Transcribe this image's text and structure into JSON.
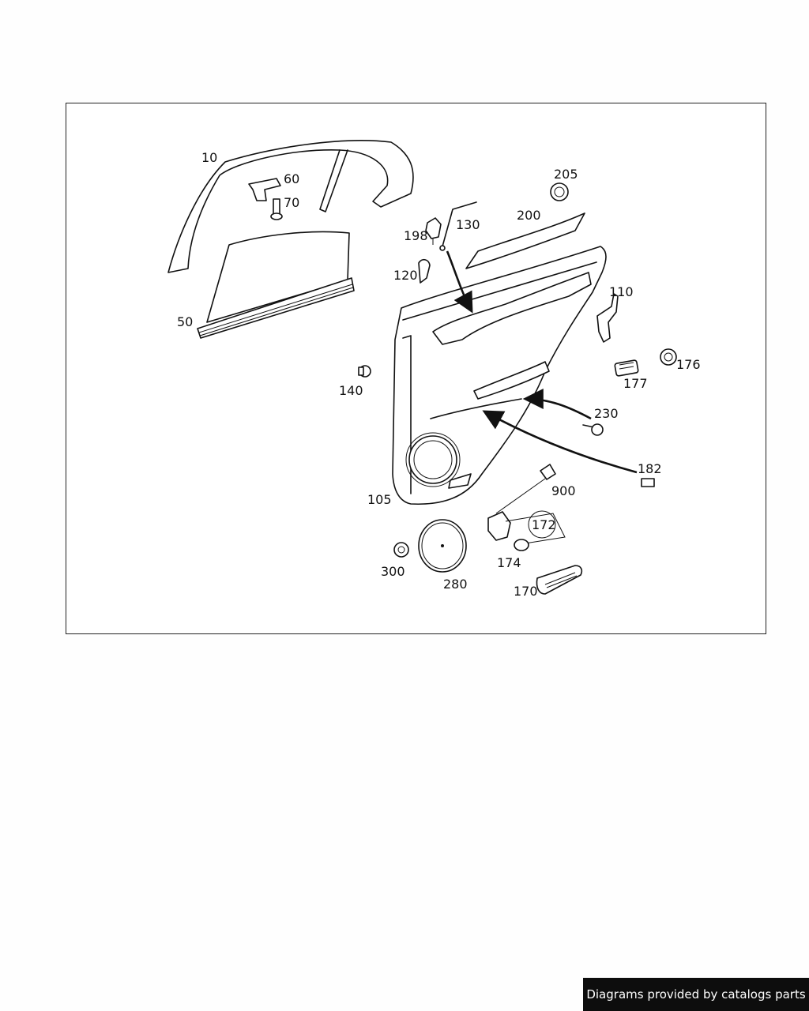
{
  "diagram": {
    "callouts": [
      "10",
      "60",
      "70",
      "50",
      "205",
      "200",
      "198",
      "130",
      "120",
      "110",
      "176",
      "177",
      "140",
      "230",
      "182",
      "900",
      "105",
      "172",
      "174",
      "300",
      "280",
      "170"
    ]
  },
  "footer": {
    "credit": "Diagrams provided by catalogs parts"
  }
}
